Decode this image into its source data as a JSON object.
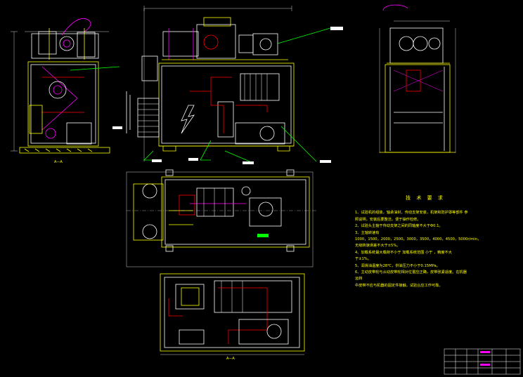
{
  "drawing": {
    "view_labels": {
      "side_left": "A—A",
      "bottom_plan": "A—A"
    },
    "colors": {
      "background": "#000000",
      "outline": "#ffff00",
      "parts": "#ffffff",
      "piping": "#ff0000",
      "frame": "#ff00ff",
      "leaders": "#00ff00",
      "hatch": "#00ffff"
    },
    "technical_requirements": {
      "title": "技 术 要 求",
      "lines": [
        "1、试验机的组装，轴承油封，传动支架安装，机架和防护罩等部件 参",
        "照说明，安装后要整洁，便于操作检修。",
        "2、试验头主轴于传动支架之间的同轴度不大于Φ0.1。",
        "3、主轴转速有",
        "1000，1500，2000，2500，3000，3500，4000，4500，5000r/min，",
        "无级转速误差不大于±5%。",
        "4、加载系统最大载荷不小于 加载系统范围 小于 ，精度不大",
        "于±1%。",
        "5、润滑油温度为28℃，供油压力不小于0.15MPa。",
        "6、主动皮带轮与从动皮带轮相对位置应正确，皮带张紧适度。在机器",
        "运转",
        "中皮带不应与机器的固定件接触，试验台应工作可靠。"
      ]
    },
    "title_block": {
      "label": ""
    }
  }
}
